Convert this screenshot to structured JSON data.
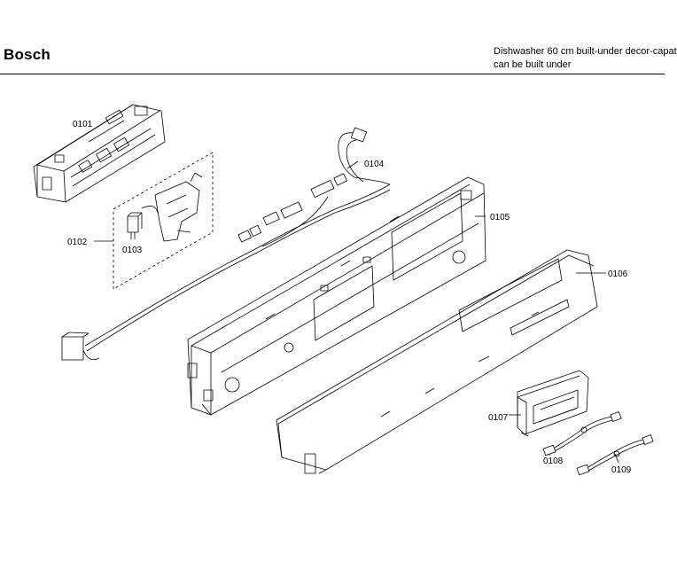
{
  "header": {
    "brand": "Bosch",
    "description_line1": "Dishwasher 60 cm built-under decor-capat",
    "description_line2": "can be built under"
  },
  "parts": [
    {
      "id": "0101"
    },
    {
      "id": "0102"
    },
    {
      "id": "0103"
    },
    {
      "id": "0104"
    },
    {
      "id": "0105"
    },
    {
      "id": "0106"
    },
    {
      "id": "0107"
    },
    {
      "id": "0108"
    },
    {
      "id": "0109"
    }
  ]
}
